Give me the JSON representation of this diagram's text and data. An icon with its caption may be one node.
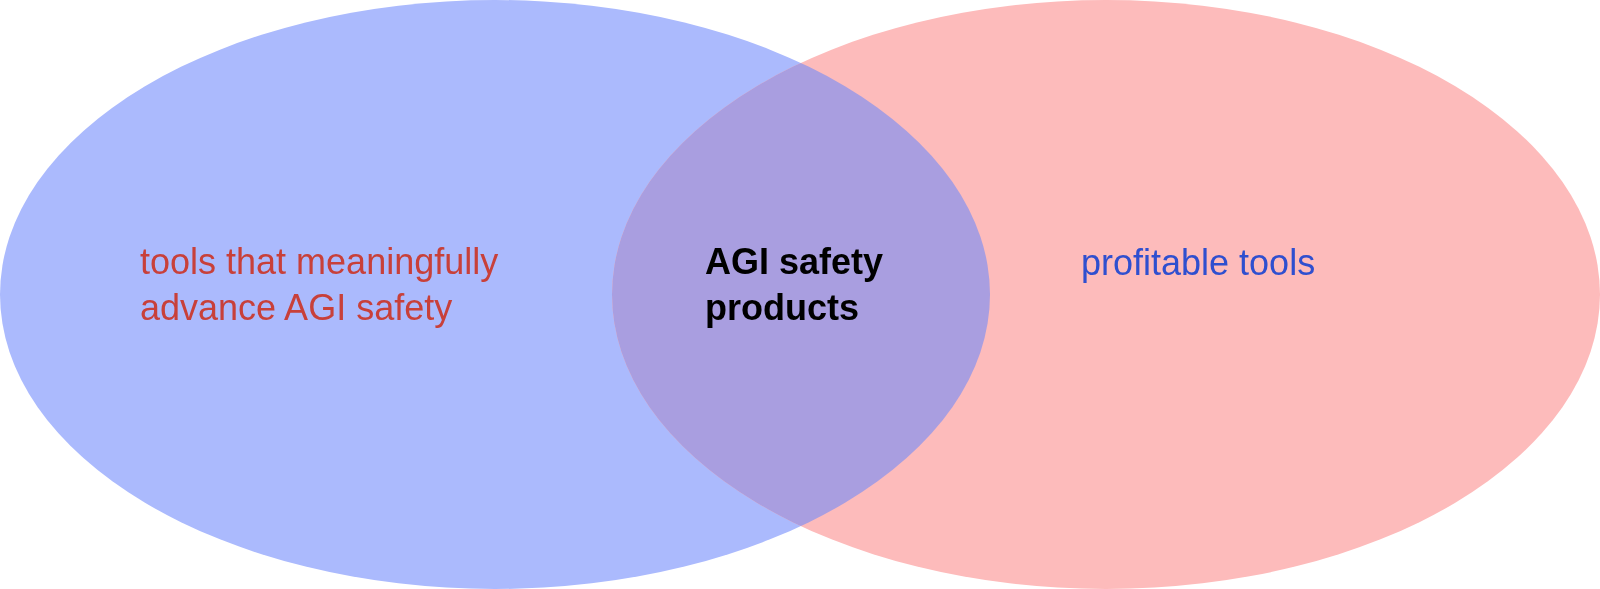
{
  "diagram": {
    "nodes": [
      {
        "text": [
          "tools that meaningfully advance AGI safety"
        ]
      },
      {
        "text": [
          "profitable tools"
        ]
      }
    ],
    "labels": [
      "AGI safety products"
    ]
  }
}
